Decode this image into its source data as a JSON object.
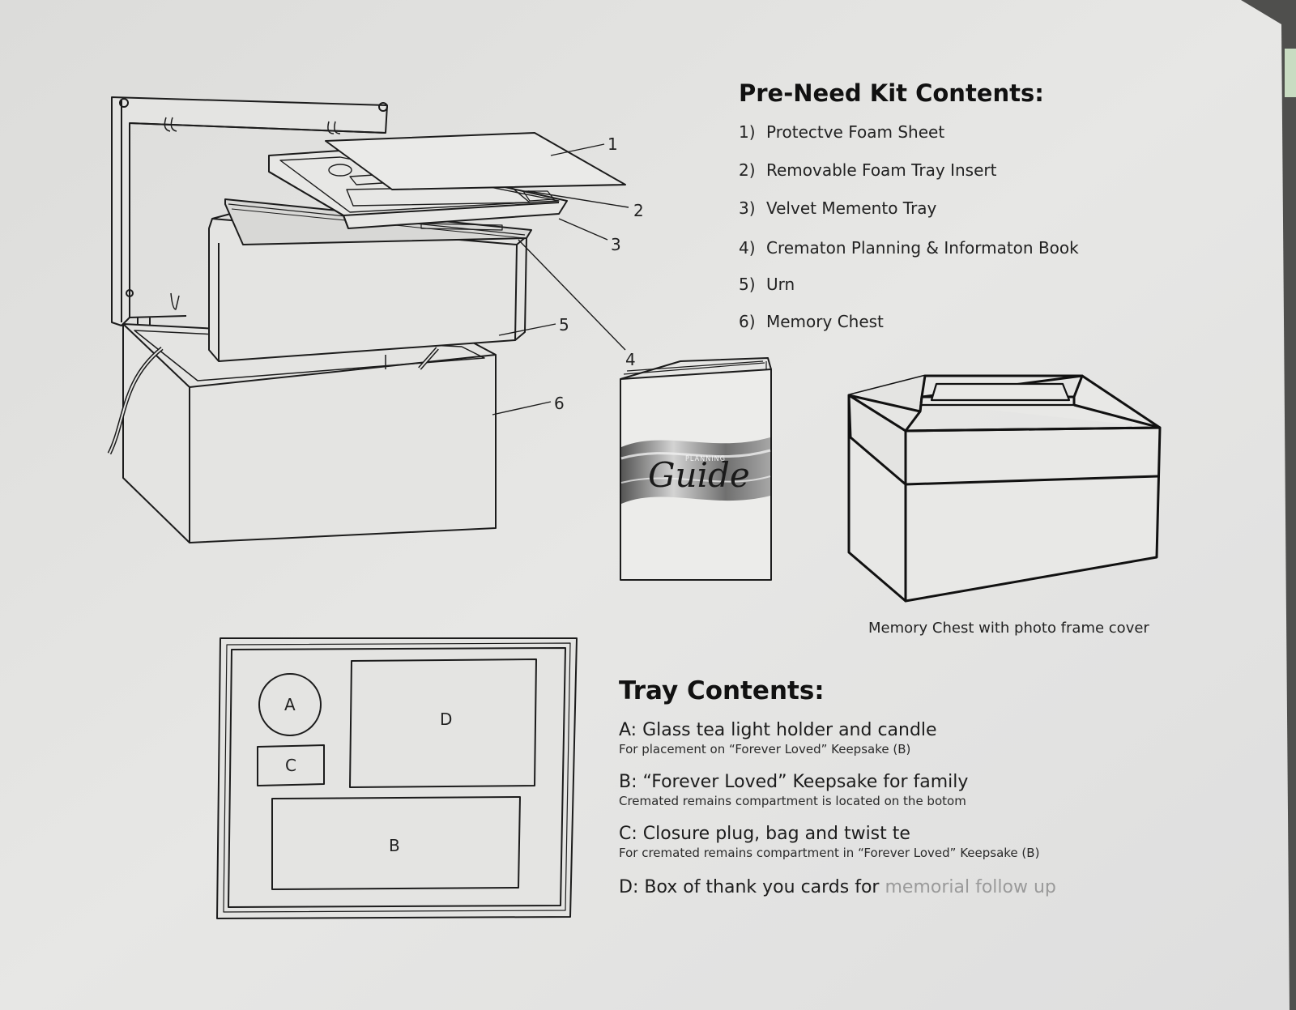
{
  "kit": {
    "heading": "Pre-Need Kit Contents:",
    "items": [
      {
        "num": "1)",
        "label": "Protectve Foam Sheet"
      },
      {
        "num": "2)",
        "label": "Removable Foam Tray Insert"
      },
      {
        "num": "3)",
        "label": "Velvet Memento Tray"
      },
      {
        "num": "4)",
        "label": "Crematon Planning & Informaton Book"
      },
      {
        "num": "5)",
        "label": "Urn"
      },
      {
        "num": "6)",
        "label": "Memory Chest"
      }
    ]
  },
  "callouts": [
    "1",
    "2",
    "3",
    "4",
    "5",
    "6"
  ],
  "book": {
    "small_title": "PLANNING",
    "script_title": "Guide"
  },
  "chest": {
    "caption": "Memory Chest with photo frame cover"
  },
  "tray_diagram": {
    "slots": [
      "A",
      "C",
      "D",
      "B"
    ]
  },
  "tray": {
    "heading": "Tray Contents:",
    "items": [
      {
        "main": "A:  Glass tea light holder and candle",
        "sub": "For placement on “Forever Loved” Keepsake (B)"
      },
      {
        "main": "B: “Forever Loved” Keepsake for family",
        "sub": "Cremated remains compartment is located on the botom"
      },
      {
        "main": "C: Closure plug, bag and twist te",
        "sub": "For cremated remains compartment in “Forever Loved” Keepsake (B)"
      },
      {
        "main_start": "D: Box of thank you cards for ",
        "main_faded": "memorial follow up"
      }
    ]
  },
  "colors": {
    "paper": "#e6e6e4",
    "ink": "#1a1a1a",
    "green_edge": "#c9dcc2",
    "dark_edge": "#565654"
  }
}
